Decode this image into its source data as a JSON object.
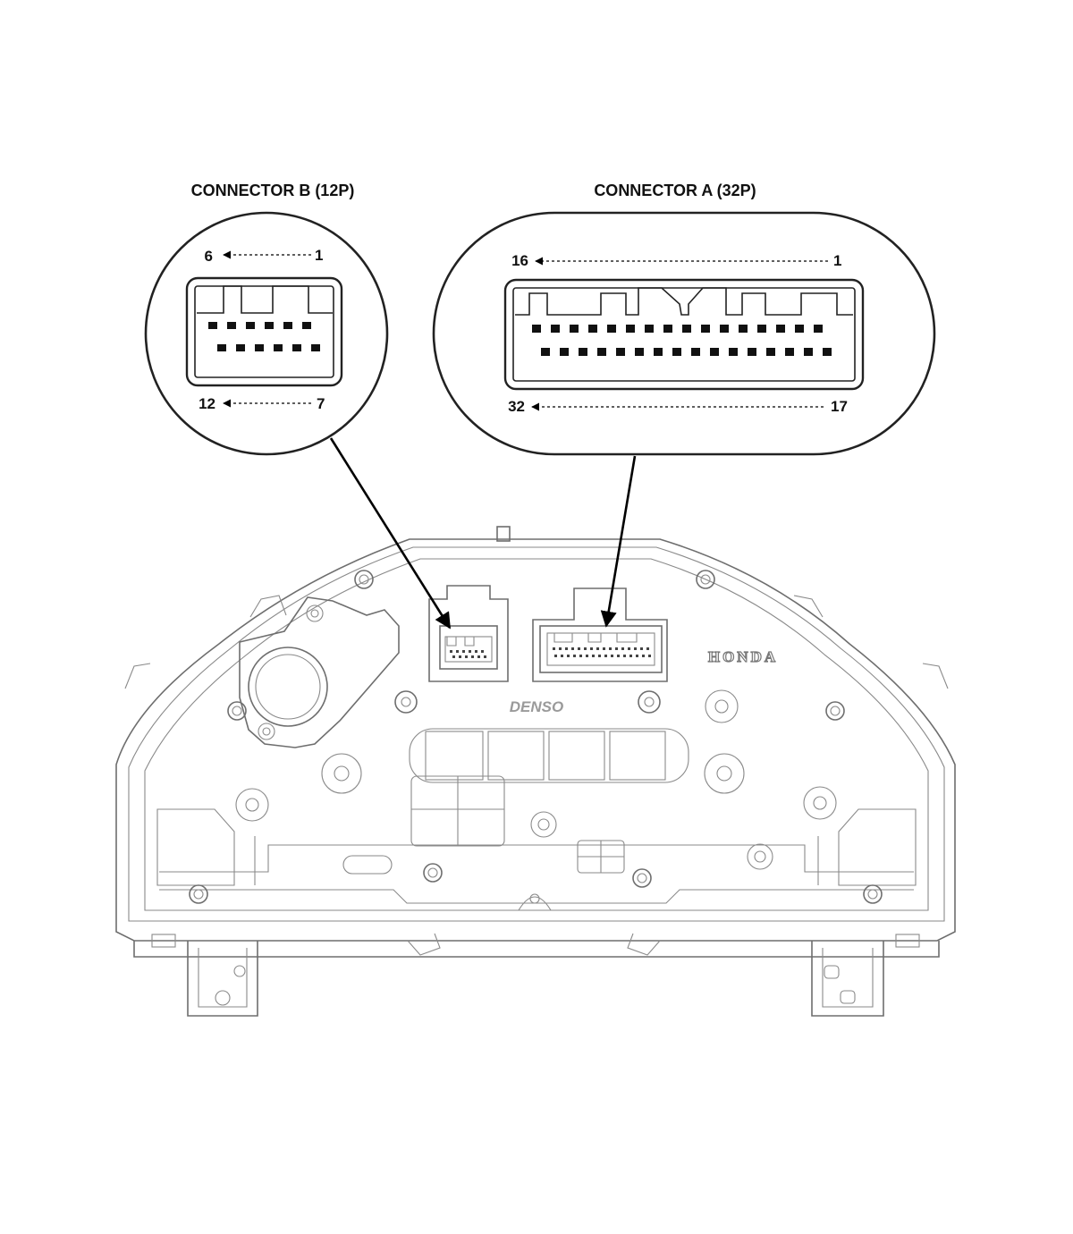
{
  "connector_b": {
    "title": "CONNECTOR B (12P)",
    "top_left_pin": "6",
    "top_right_pin": "1",
    "bottom_left_pin": "12",
    "bottom_right_pin": "7"
  },
  "connector_a": {
    "title": "CONNECTOR A (32P)",
    "top_left_pin": "16",
    "top_right_pin": "1",
    "bottom_left_pin": "32",
    "bottom_right_pin": "17"
  },
  "unit": {
    "brand_logo": "HONDA",
    "maker_logo": "DENSO"
  }
}
